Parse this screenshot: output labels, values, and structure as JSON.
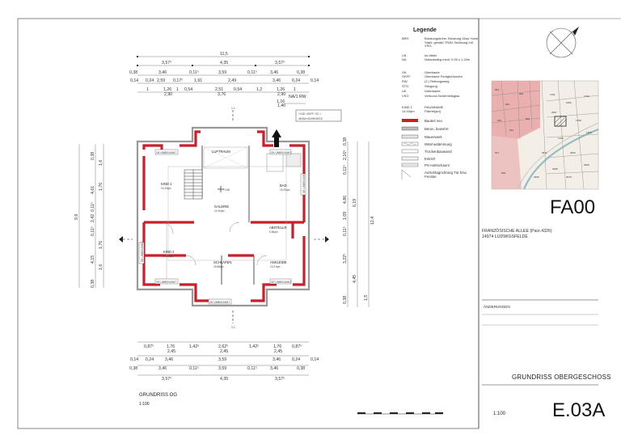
{
  "legend": {
    "title": "Legende",
    "abbreviations": [
      {
        "abbr": "BRH",
        "desc": "Brüstungshöhe; Brüstung Glas/ Holm Stahl; gemäß TRAV; Brüstung mit VSG."
      },
      {
        "abbr": "i.M.",
        "desc": "im Mittel"
      },
      {
        "abbr": "NA",
        "desc": "Notausstieg mind. 0,90 x 1,20m"
      },
      {
        "abbr": "OK",
        "desc": "Oberkante"
      },
      {
        "abbr": "OKFF",
        "desc": "Oberkante Fertigfußboden"
      },
      {
        "abbr": "RW",
        "desc": "(2.) Rettungsweg"
      },
      {
        "abbr": "STG",
        "desc": "Steigung"
      },
      {
        "abbr": "UK",
        "desc": "Unterkante"
      },
      {
        "abbr": "VSG",
        "desc": "Verbund-Sicherheitsglas"
      }
    ],
    "room_key_abbr": "KIND 1",
    "room_key_area": "14.43qm",
    "room_key_desc1": "RAUMNAME",
    "room_key_desc2": "Fläche[qm]",
    "symbols": [
      "Bauteil neu",
      "Beton, bewehrt",
      "Mauerwerk",
      "Wärmedämmung",
      "Trockenbauwand",
      "Estrich",
      "PS-Hartschaum",
      "Aufschlagrichtung Tür bzw. Fenster"
    ]
  },
  "project": {
    "code": "FA00",
    "address_line1": "FRANZÖSISCHE ALLEE (Parz.4326)",
    "address_line2": "14974 LUDWIGSFELDE"
  },
  "changes_label": "ÄNDERUNGEN",
  "sheet": {
    "title": "GRUNDRISS OBERGESCHOSS",
    "scale": "1:100",
    "number": "E.03A"
  },
  "plan": {
    "label": "GRUNDRISS OG",
    "scale": "1:100",
    "level_note_line1": "+3.36 =OKFF OG =",
    "level_note_line2": "48.56m üDHHN2016",
    "level_mark": "+3.36",
    "rooms": [
      {
        "name": "LUFTRAUM",
        "area": ""
      },
      {
        "name": "KIND 1",
        "area": "14.43qm"
      },
      {
        "name": "GALERIE",
        "area": "14.40qm"
      },
      {
        "name": "BAD",
        "area": "15.29qm"
      },
      {
        "name": "ABSTELLR.",
        "area": "5.36qm"
      },
      {
        "name": "KIND 2",
        "area": "14.30qm"
      },
      {
        "name": "SCHLAFEN",
        "area": "15.88qm"
      },
      {
        "name": "ANKLEIDE",
        "area": "10.21qm"
      }
    ],
    "window_tags": [
      "OK UNBEKANNT",
      "OK UNBEKANNT",
      "OK UNBEKANNT",
      "OK UNBEKANNT",
      "OK UNBEKANNT",
      "OK UNBEKANNT",
      "OK UNBEKANNT"
    ],
    "section_marks": [
      "1-1",
      "2-2"
    ],
    "top_dims": {
      "overall": "11,5",
      "row1": [
        "3,57⁵",
        "4,35",
        "3,57⁵"
      ],
      "row2": [
        "0,38",
        "3,46",
        "0,11⁵",
        "3,59",
        "0,11⁵",
        "3,46",
        "0,38"
      ],
      "row3": [
        "0,14",
        "0,24",
        "2,59",
        "0,17⁵",
        "1,91",
        "2,49",
        "3,46",
        "0,24",
        "0,14"
      ],
      "row4": [
        "1",
        "1,26",
        "1",
        "0,54",
        "2,51",
        "0,54",
        "1,2",
        "1,26",
        "1"
      ],
      "row4_sub": [
        "2,90",
        "3,76",
        "2,90"
      ],
      "na_mark": "NA/1 RW",
      "na_dims": [
        "1,16",
        "1,40"
      ]
    },
    "bottom_dims": {
      "row1": [
        "0,87⁵",
        "1,76",
        "1,42⁵",
        "2,62⁵",
        "1,42⁵",
        "1,76",
        "0,87⁵"
      ],
      "row1_sub": [
        "2,45",
        "2,45",
        "2,45"
      ],
      "row2": [
        "0,14",
        "0,24",
        "3,46",
        "3,59",
        "3,46",
        "0,24",
        "0,14"
      ],
      "row3": [
        "0,38",
        "3,46",
        "0,11⁵",
        "3,59",
        "0,11⁵",
        "3,46",
        "0,38"
      ],
      "row4": [
        "3,57⁵",
        "4,35",
        "3,57⁵"
      ]
    },
    "left_dims": [
      "9,9",
      "0,38",
      "4,61",
      "0,11⁵",
      "2,42",
      "0,11⁵",
      "4,15",
      "0,38",
      "1,6",
      "1,76",
      "1,6",
      "1,76"
    ],
    "right_dims": [
      "12,4",
      "0,38",
      "2,16⁵",
      "0,11⁵",
      "4,86",
      "6,19",
      "1,09",
      "0,11⁵",
      "3,22⁵",
      "4,45",
      "1,5",
      "0,38"
    ]
  },
  "colors": {
    "wall_new": "#c8202a",
    "wall_fill": "#d9d9d9",
    "map_parcel": "#e8a5a5",
    "map_bg": "#f4efe6"
  },
  "icons": {
    "north": "north-arrow-icon",
    "scale_bar": "scale-bar-icon"
  }
}
